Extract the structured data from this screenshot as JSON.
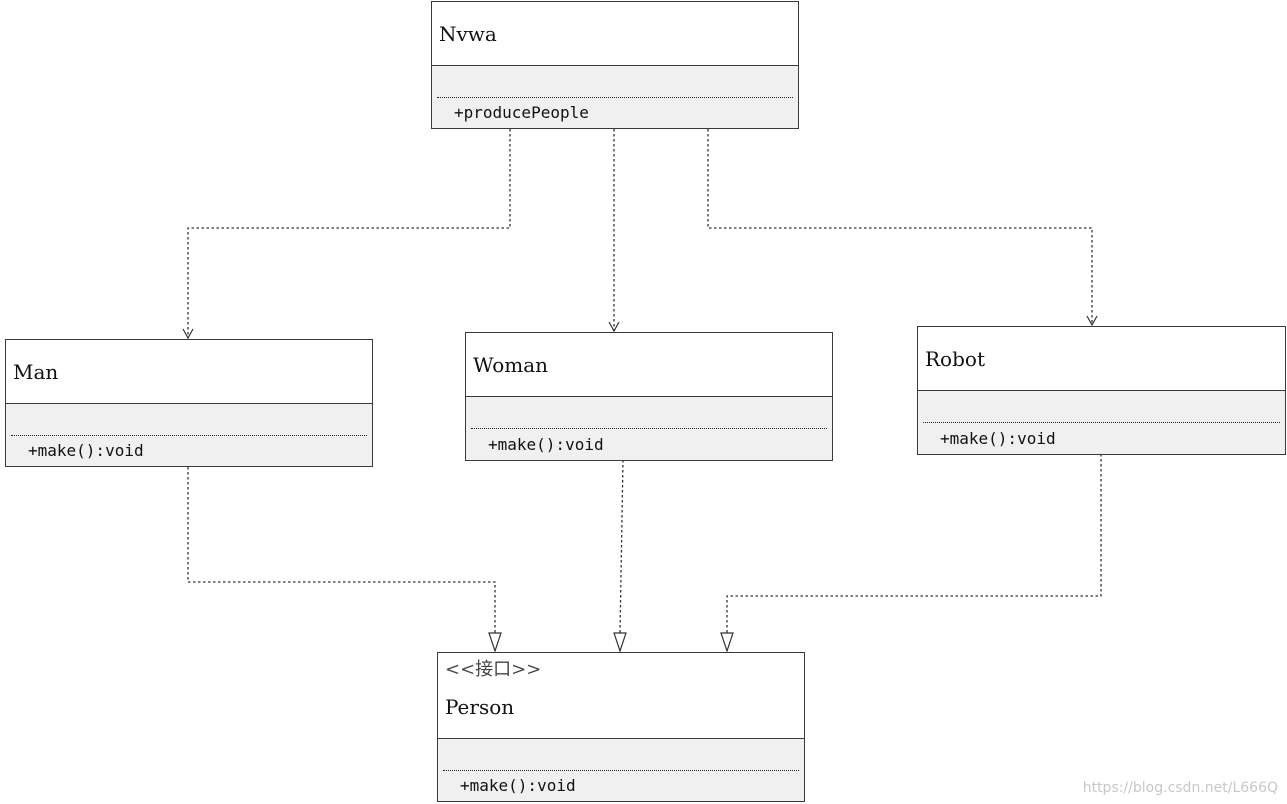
{
  "classes": {
    "nvwa": {
      "name": "Nvwa",
      "operation": "+producePeople"
    },
    "man": {
      "name": "Man",
      "operation": "+make():void"
    },
    "woman": {
      "name": "Woman",
      "operation": "+make():void"
    },
    "robot": {
      "name": "Robot",
      "operation": "+make():void"
    },
    "person": {
      "stereotype": "<<接口>>",
      "name": "Person",
      "operation": "+make():void"
    }
  },
  "relationships": [
    {
      "from": "Nvwa",
      "to": "Man",
      "kind": "dependency"
    },
    {
      "from": "Nvwa",
      "to": "Woman",
      "kind": "dependency"
    },
    {
      "from": "Nvwa",
      "to": "Robot",
      "kind": "dependency"
    },
    {
      "from": "Man",
      "to": "Person",
      "kind": "realization"
    },
    {
      "from": "Woman",
      "to": "Person",
      "kind": "realization"
    },
    {
      "from": "Robot",
      "to": "Person",
      "kind": "realization"
    }
  ],
  "watermark": "https://blog.csdn.net/L666Q"
}
